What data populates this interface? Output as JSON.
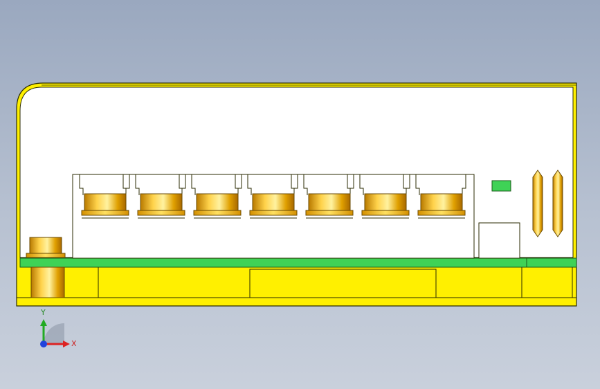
{
  "model": {
    "colors": {
      "housing": "#fff000",
      "housing_edge": "#2a2a00",
      "pcb": "#3fd256",
      "inner": "#ffffff",
      "led_green": "#3fd256"
    },
    "port_count": 7
  },
  "triad": {
    "x_label": "X",
    "y_label": "Y",
    "colors": {
      "x": "#dd2222",
      "y": "#22aa22",
      "z": "#2244dd"
    }
  }
}
